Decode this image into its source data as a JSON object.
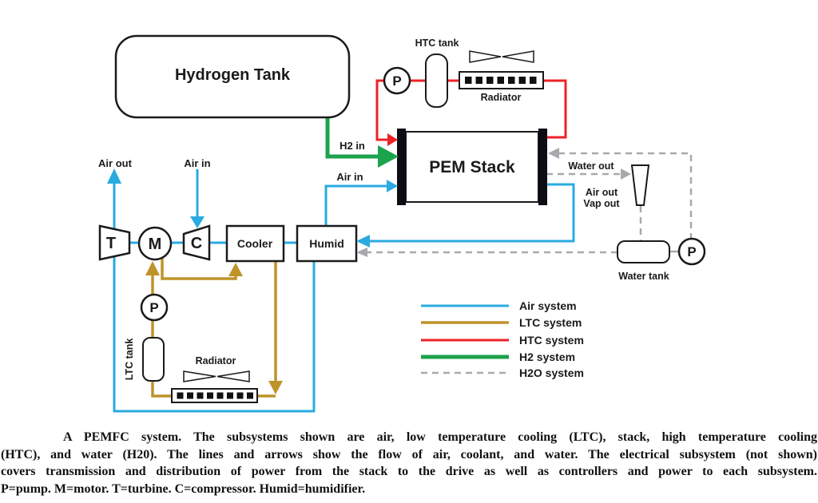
{
  "colors": {
    "air": "#29ABE2",
    "ltc": "#BE9329",
    "htc": "#EC2227",
    "h2": "#1CA34D",
    "h2o": "#A7A9AC",
    "ink": "#1A1A1A"
  },
  "diagram": {
    "hydrogen_tank": {
      "label": "Hydrogen Tank"
    },
    "pem_stack": {
      "label": "PEM Stack"
    },
    "h2_path": {
      "h2_in_label": "H2 in"
    },
    "air_path": {
      "turbine_label": "T",
      "motor_label": "M",
      "compressor_label": "C",
      "cooler_label": "Cooler",
      "humidifier_label": "Humid",
      "air_out_label": "Air out",
      "air_in_label": "Air in",
      "stack_air_in_label": "Air in",
      "stack_air_out_label": "Air out",
      "stack_vap_out_label": "Vap out"
    },
    "htc_loop": {
      "pump_label": "P",
      "tank_label": "HTC tank",
      "radiator_label": "Radiator"
    },
    "ltc_loop": {
      "pump_label": "P",
      "tank_label": "LTC tank",
      "radiator_label": "Radiator"
    },
    "water_loop": {
      "pump_label": "P",
      "tank_label": "Water tank",
      "water_out_label": "Water out"
    }
  },
  "legend": {
    "items": [
      {
        "label": "Air system",
        "color": "#29ABE2",
        "style": "solid"
      },
      {
        "label": "LTC system",
        "color": "#BE9329",
        "style": "solid"
      },
      {
        "label": "HTC system",
        "color": "#EC2227",
        "style": "solid"
      },
      {
        "label": "H2 system",
        "color": "#1CA34D",
        "style": "solid"
      },
      {
        "label": "H2O system",
        "color": "#A7A9AC",
        "style": "dashed"
      }
    ]
  },
  "caption": {
    "lines": [
      "A PEMFC system. The subsystems shown are air, low temperature cooling (LTC), stack, high temperature cooling",
      "(HTC), and water (H20). The lines and arrows show the flow of air, coolant, and water. The electrical subsystem (not shown)",
      "covers transmission and distribution of power from the stack to the drive as well as controllers and power to each subsystem.",
      "P=pump. M=motor. T=turbine. C=compressor. Humid=humidifier."
    ]
  }
}
